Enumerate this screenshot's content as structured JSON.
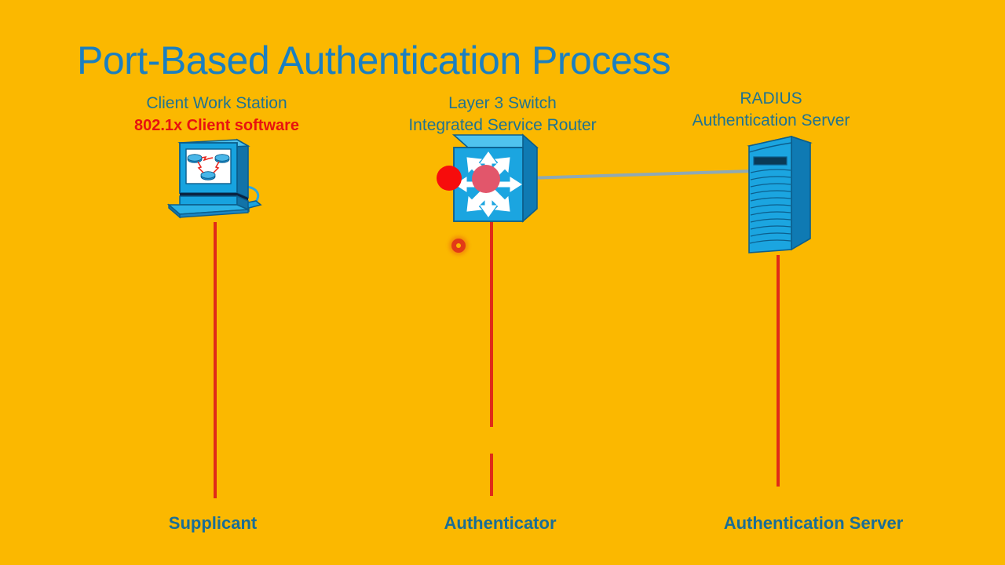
{
  "slide": {
    "title": "Port-Based Authentication Process",
    "background_color": "#FBB800",
    "title_color": "#1A7FC1"
  },
  "nodes": [
    {
      "id": "client",
      "label_line1": "Client Work Station",
      "label_line2": "802.1x Client software",
      "label_line2_color": "#E8130F",
      "icon": "laptop-icon",
      "role": "Supplicant"
    },
    {
      "id": "switch",
      "label_line1": "Layer 3 Switch",
      "label_line2": "Integrated Service Router",
      "icon": "switch-icon",
      "role": "Authenticator"
    },
    {
      "id": "radius",
      "label_line1": "RADIUS",
      "label_line2": "Authentication Server",
      "icon": "server-icon",
      "role": "Authentication Server"
    }
  ],
  "roles": {
    "supplicant": "Supplicant",
    "authenticator": "Authenticator",
    "authentication_server": "Authentication Server"
  },
  "markers": {
    "port_dot_color": "#F70C0C",
    "core_dot_color": "#E2566B",
    "status_dot_color": "#E23A17",
    "timeline_color": "#E02B18",
    "link_color": "#8FA9B4"
  }
}
